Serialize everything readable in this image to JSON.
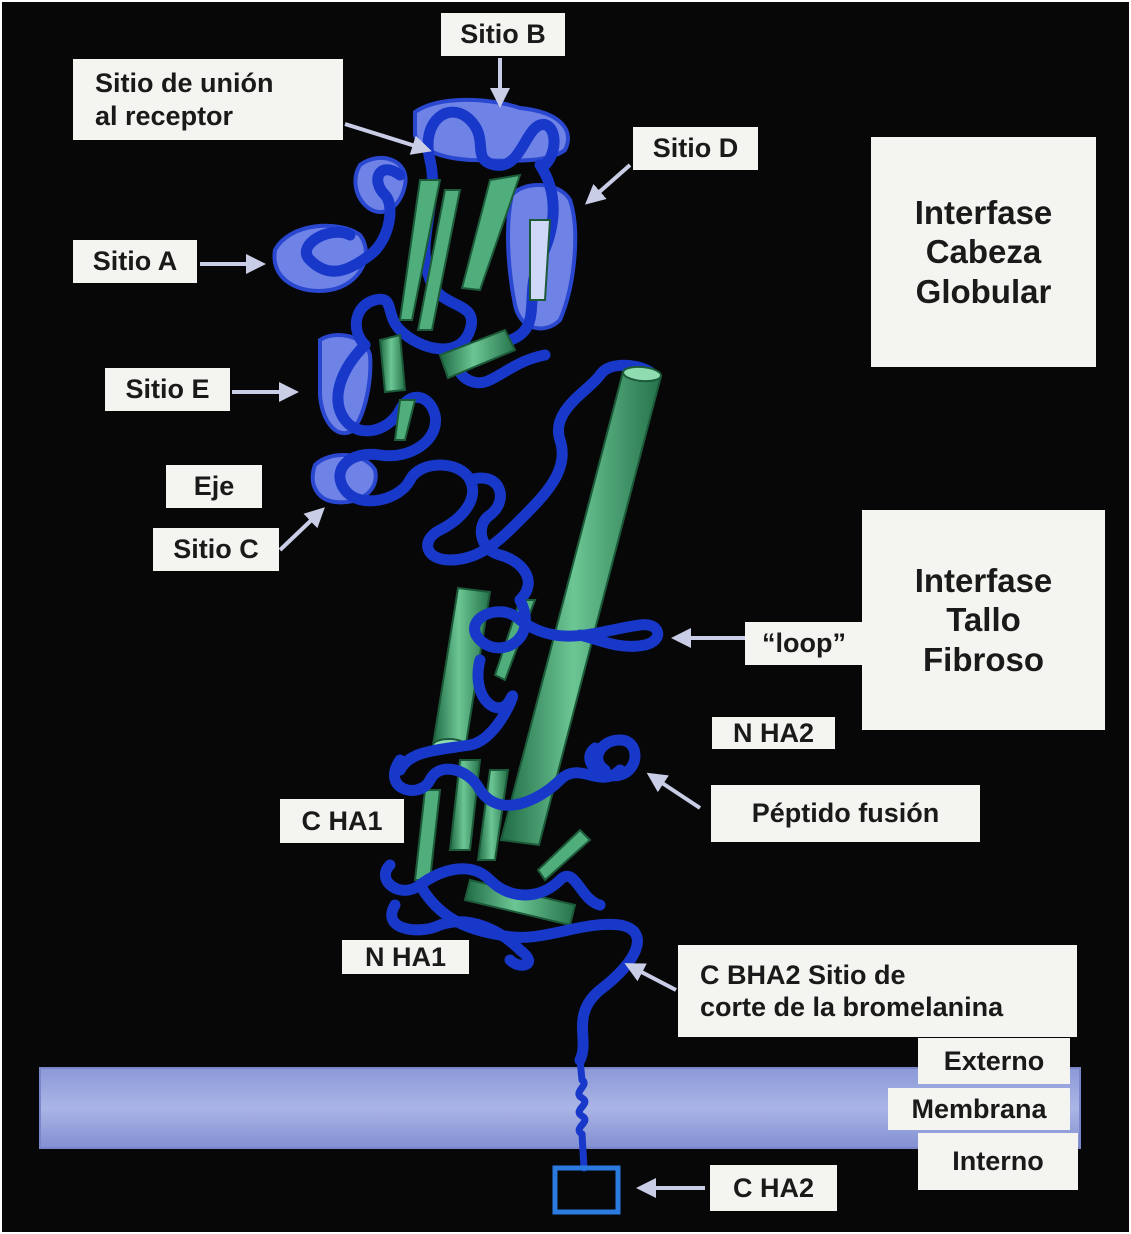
{
  "labels": {
    "sitio_b": "Sitio B",
    "receptor_1": "Sitio de unión",
    "receptor_2": "al receptor",
    "sitio_d": "Sitio D",
    "sitio_a": "Sitio A",
    "sitio_e": "Sitio E",
    "eje": "Eje",
    "sitio_c": "Sitio C",
    "loop": "“loop”",
    "n_ha2": "N HA2",
    "peptido": "Péptido fusión",
    "c_ha1": "C HA1",
    "n_ha1": "N HA1",
    "c_bha2_1": "C BHA2 Sitio de",
    "c_bha2_2": "corte de la  bromelanina",
    "externo": "Externo",
    "membrana": "Membrana",
    "interno": "Interno",
    "c_ha2": "C HA2"
  },
  "interfaces": {
    "cabeza": [
      "Interfase",
      "Cabeza",
      "Globular"
    ],
    "tallo": [
      "Interfase",
      "Tallo",
      "Fibroso"
    ]
  },
  "colors": {
    "background": "#070707",
    "chain": "#1738c8",
    "helix": "#3e9a6a",
    "antigenic_site": "#6f82e6",
    "membrane": "#9aa6e0",
    "label_box": "#f4f4f0",
    "arrow": "#c9cde6"
  }
}
